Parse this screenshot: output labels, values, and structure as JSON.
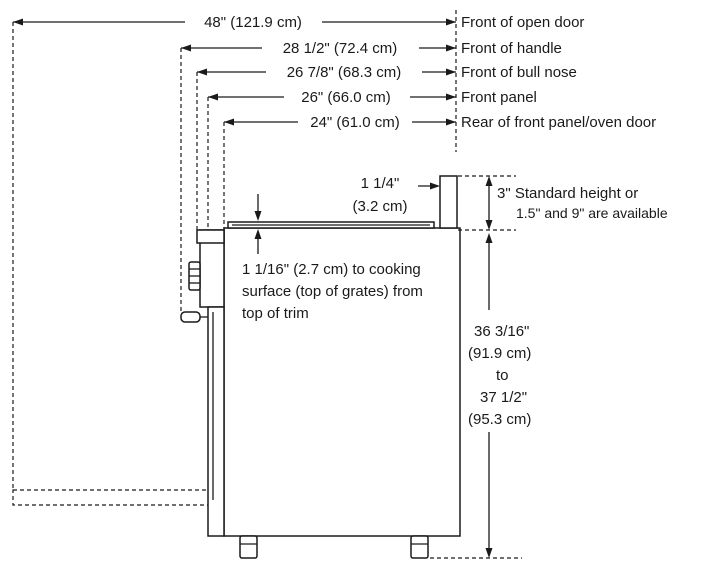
{
  "diagram": {
    "depths": [
      {
        "value": "48\" (121.9 cm)",
        "label": "Front of open door"
      },
      {
        "value": "28 1/2\" (72.4 cm)",
        "label": "Front of handle"
      },
      {
        "value": "26 7/8\" (68.3 cm)",
        "label": "Front of bull nose"
      },
      {
        "value": "26\" (66.0 cm)",
        "label": "Front panel"
      },
      {
        "value": "24\" (61.0 cm)",
        "label": "Rear of front panel/oven door"
      }
    ],
    "backguard": {
      "value_line1": "1 1/4\"",
      "value_line2": "(3.2 cm)",
      "height_line1": "3\" Standard height or",
      "height_line2": "1.5\" and 9\" are available"
    },
    "surface_note": [
      "1 1/16\" (2.7 cm) to cooking",
      "surface (top of grates) from",
      "top of trim"
    ],
    "height": [
      "36 3/16\"",
      "(91.9 cm)",
      "to",
      "37 1/2\"",
      "(95.3 cm)"
    ]
  }
}
